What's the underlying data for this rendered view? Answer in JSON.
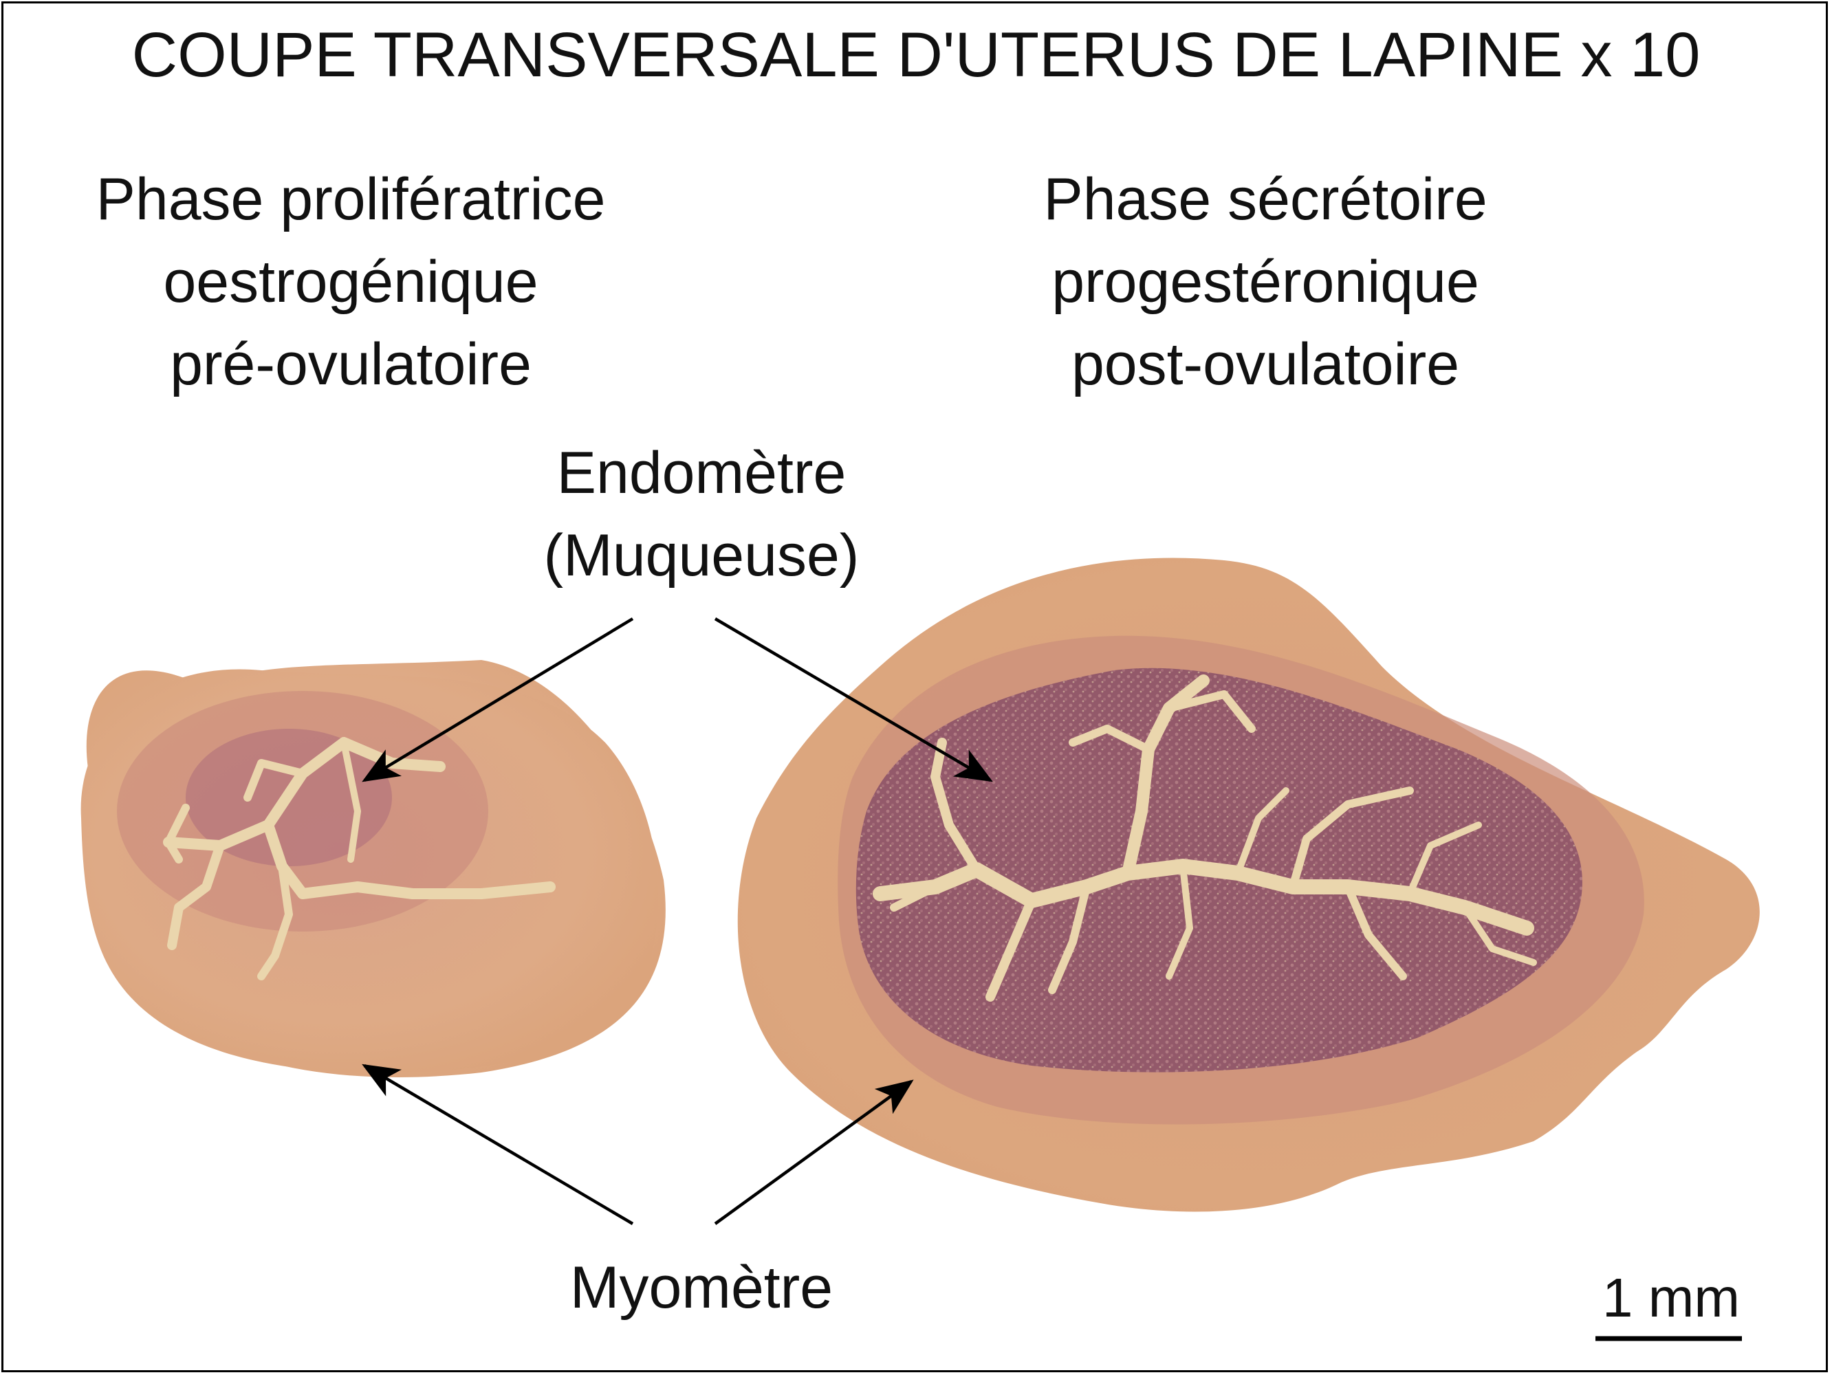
{
  "title": "COUPE TRANSVERSALE D'UTERUS DE LAPINE x 10",
  "phases": {
    "left": {
      "line1": "Phase proliférat­rice",
      "line2": "oestrogénique",
      "line3": "pré-ovulatoire"
    },
    "right": {
      "line1": "Phase sécrétoire",
      "line2": "progestéronique",
      "line3": "post-ovulatoire"
    }
  },
  "labels": {
    "endometre_line1": "Endomètre",
    "endometre_line2": "(Muqueuse)",
    "myometre": "Myomètre"
  },
  "scale_bar": {
    "label": "1 mm"
  },
  "colors": {
    "tissue_outer": "#dba47c",
    "tissue_mid": "#d4967a",
    "endometrium": "#9e6470",
    "lumen": "#ead6ad",
    "arrow": "#000000"
  }
}
